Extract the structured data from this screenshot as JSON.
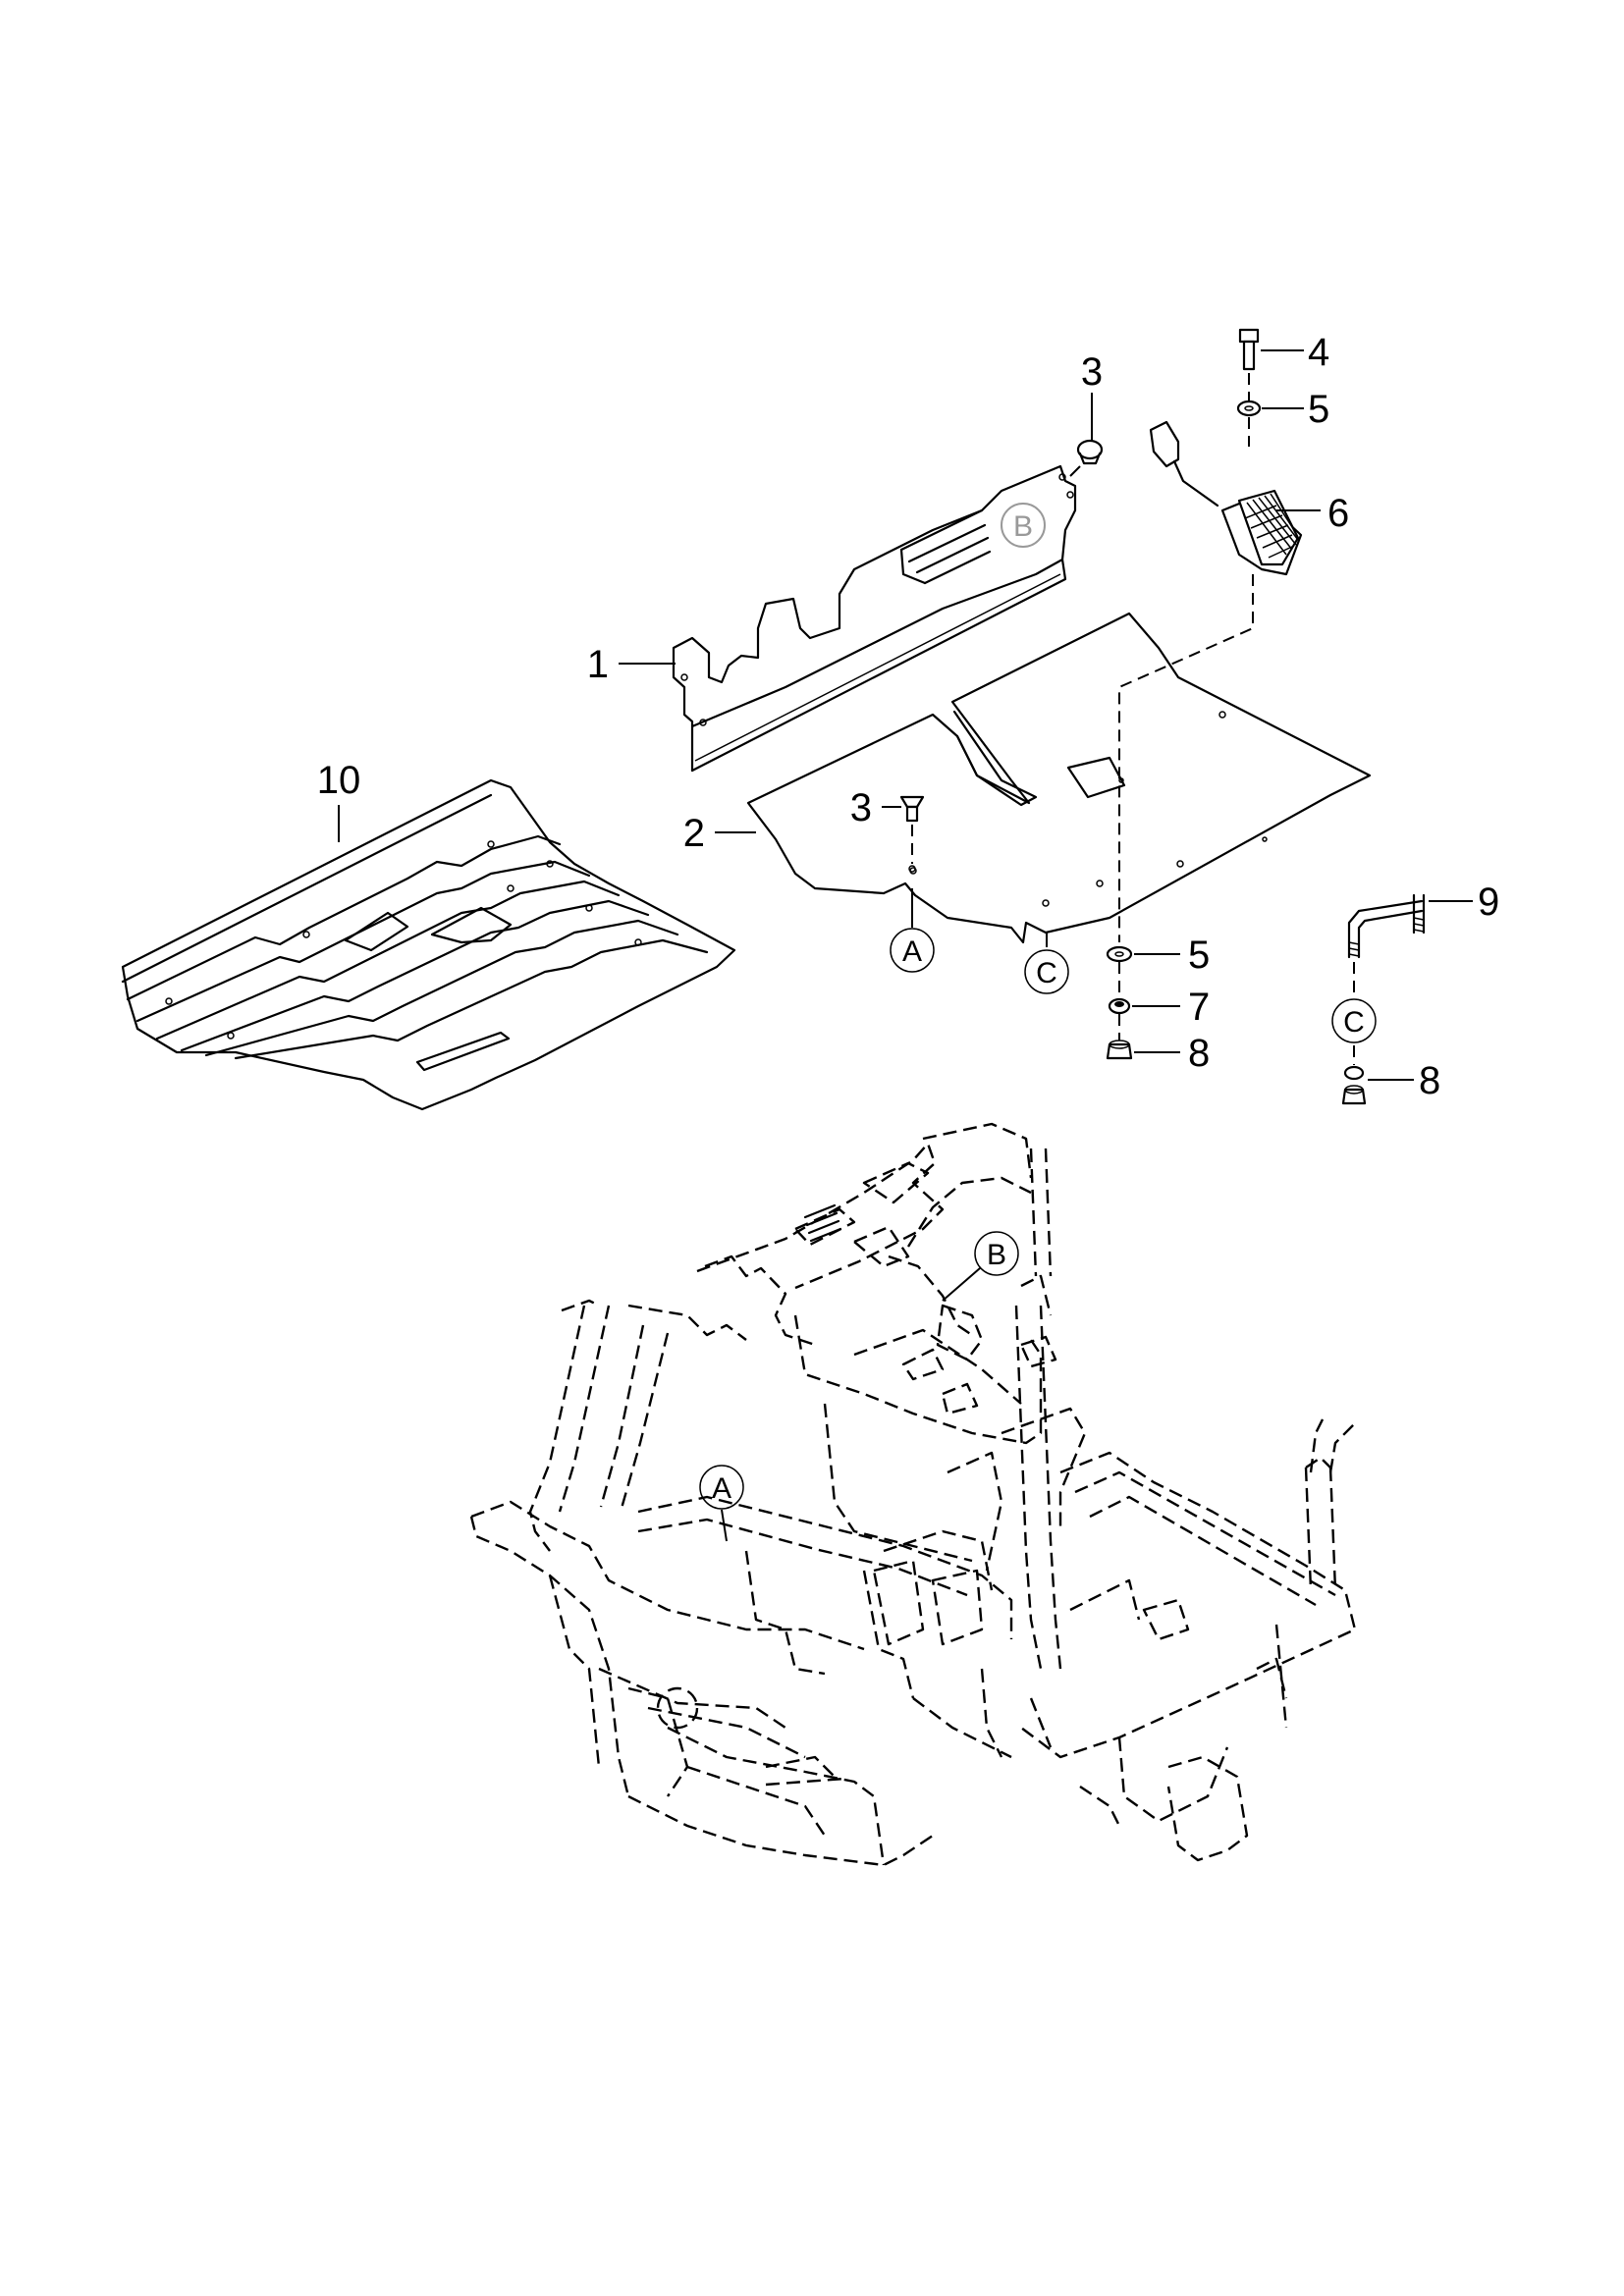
{
  "callouts": {
    "c1": "1",
    "c2": "2",
    "c3a": "3",
    "c3b": "3",
    "c4": "4",
    "c5a": "5",
    "c5b": "5",
    "c6": "6",
    "c7": "7",
    "c8a": "8",
    "c8b": "8",
    "c9": "9",
    "c10": "10"
  },
  "refs": {
    "a_top": "A",
    "a_bottom": "A",
    "b_top": "B",
    "b_bottom": "B",
    "c_top": "C",
    "c_right": "C"
  }
}
